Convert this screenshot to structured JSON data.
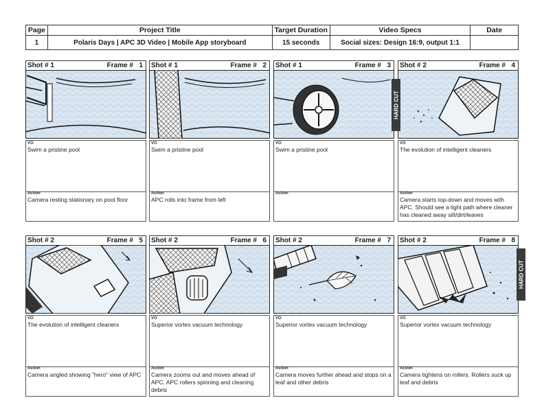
{
  "header": {
    "columns": [
      "Page",
      "Project Title",
      "Target Duration",
      "Video Specs",
      "Date"
    ],
    "values": [
      "1",
      "Polaris Days  |  APC 3D Video  |  Mobile App storyboard",
      "15 seconds",
      "Social sizes: Design 16:9, output 1:1",
      ""
    ]
  },
  "labels": {
    "vo": "VO",
    "action": "Action",
    "frame": "Frame #",
    "hard_cut": "HARD CUT"
  },
  "panels": [
    {
      "shot": "Shot # 1",
      "frame": "1",
      "vo": "Swim a pristine pool",
      "action": "Camera resting stationary on pool floor"
    },
    {
      "shot": "Shot # 1",
      "frame": "2",
      "vo": "Swim a pristine pool",
      "action": "APC rolls into frame from left"
    },
    {
      "shot": "Shot # 1",
      "frame": "3",
      "vo": "Swim a pristine pool",
      "action": ""
    },
    {
      "shot": "Shot # 2",
      "frame": "4",
      "vo": "The evolution of intelligent cleaners",
      "action": "Camera starts top-down and moves with APC. Should see a light path where cleaner has cleaned away silt/dirt/leaves"
    },
    {
      "shot": "Shot # 2",
      "frame": "5",
      "vo": "The evolution of intelligent cleaners",
      "action": "Camera angled showing \"hero\" view of APC"
    },
    {
      "shot": "Shot # 2",
      "frame": "6",
      "vo": "Superior vortex vacuum technology",
      "action": "Camera zooms out and moves ahead of APC. APC rollers spinning and cleaning debris"
    },
    {
      "shot": "Shot # 2",
      "frame": "7",
      "vo": "Superior vortex vacuum technology",
      "action": "Camera moves further ahead and stops on a leaf and other debris"
    },
    {
      "shot": "Shot # 2",
      "frame": "8",
      "vo": "Superior vortex vacuum technology",
      "action": "Camera tightens on rollers. Rollers suck up leaf and debris"
    }
  ]
}
